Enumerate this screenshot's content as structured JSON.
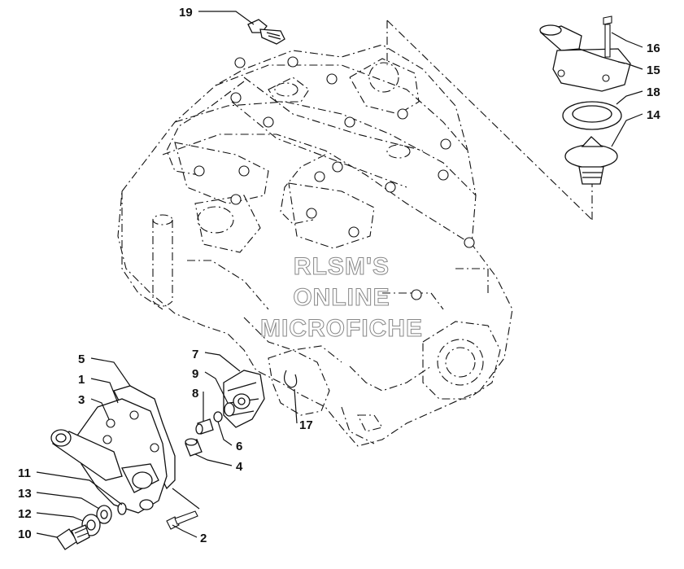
{
  "callouts": {
    "c1": "1",
    "c2": "2",
    "c3": "3",
    "c4": "4",
    "c5": "5",
    "c6": "6",
    "c7": "7",
    "c8": "8",
    "c9": "9",
    "c10": "10",
    "c11": "11",
    "c12": "12",
    "c13": "13",
    "c14": "14",
    "c15": "15",
    "c16": "16",
    "c17": "17",
    "c18": "18",
    "c19": "19"
  },
  "watermark": {
    "line1": "RLSM'S",
    "line2": "ONLINE",
    "line3": "MICROFICHE"
  },
  "colors": {
    "ink": "#111111",
    "paper": "#ffffff",
    "watermark_outline": "#888888"
  }
}
